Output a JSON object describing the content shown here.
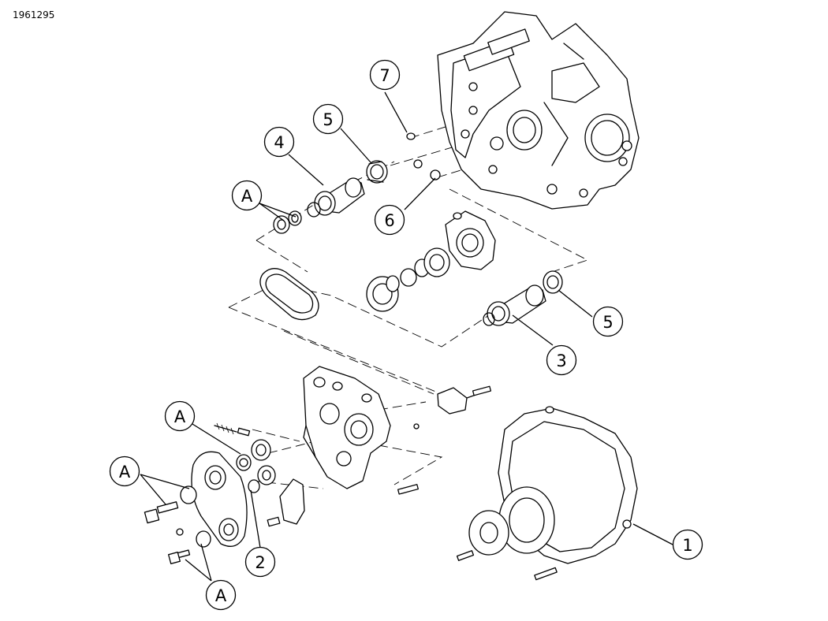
{
  "figure_id": "1961295",
  "callouts": {
    "c7": "7",
    "c5a": "5",
    "c4": "4",
    "cA1": "A",
    "c6": "6",
    "c5b": "5",
    "c3": "3",
    "cA2": "A",
    "cA3": "A",
    "c1": "1",
    "c2": "2",
    "cA4": "A"
  }
}
